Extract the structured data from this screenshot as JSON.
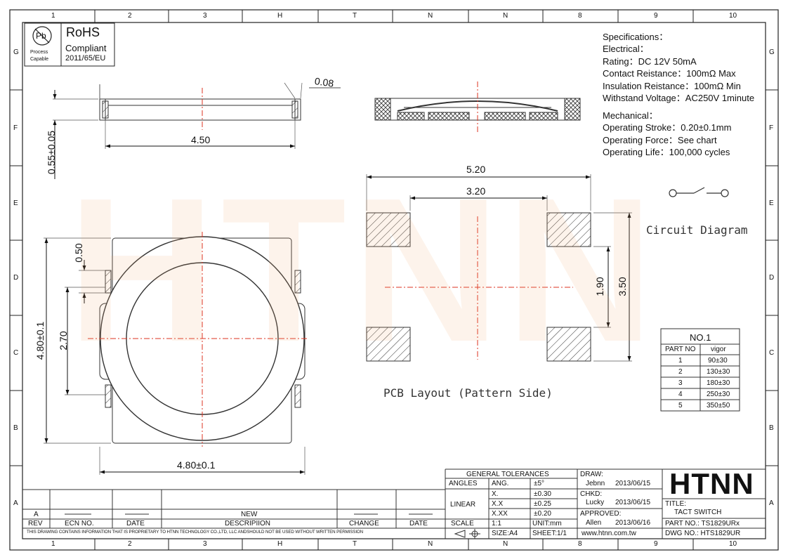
{
  "grid": {
    "columns": [
      "1",
      "2",
      "3",
      "H",
      "T",
      "N",
      "N",
      "8",
      "9",
      "10"
    ],
    "rows": [
      "G",
      "F",
      "E",
      "D",
      "C",
      "B",
      "A"
    ]
  },
  "rohs": {
    "symbol": "Pb",
    "process_line1": "Process",
    "process_line2": "Capable",
    "title": "RoHS",
    "line1": "Compliant",
    "line2": "2011/65/EU"
  },
  "watermark": "HTNN",
  "specs": {
    "heading": "Specifications：",
    "electrical": "Electrical：",
    "rating": "Rating：DC 12V 50mA",
    "contact_resistance": "Contact Reistance：100mΩ Max",
    "insulation_resistance": "Insulation Reistance：100mΩ Min",
    "withstand_voltage": "Withstand Voltage：AC250V 1minute",
    "mechanical": "Mechanical：",
    "operating_stroke": "Operating Stroke：0.20±0.1mm",
    "operating_force": "Operating Force：See chart",
    "operating_life": "Operating Life：100,000 cycles"
  },
  "dimensions": {
    "side_thickness": "0.08",
    "side_width": "4.50",
    "side_height": "0.55±0.05",
    "pcb_outer": "5.20",
    "pcb_inner": "3.20",
    "pcb_pad_gap": "1.90",
    "pcb_height": "3.50",
    "top_tab": "0.50",
    "top_height": "4.80±0.1",
    "top_inner": "2.70",
    "top_width": "4.80±0.1"
  },
  "labels": {
    "circuit": "Circuit Diagram",
    "pcb": "PCB Layout (Pattern Side)"
  },
  "force_table": {
    "title": "NO.1",
    "col_part": "PART NO",
    "col_vigor": "vigor",
    "rows": [
      {
        "part": "1",
        "vigor": "90±30"
      },
      {
        "part": "2",
        "vigor": "130±30"
      },
      {
        "part": "3",
        "vigor": "180±30"
      },
      {
        "part": "4",
        "vigor": "250±30"
      },
      {
        "part": "5",
        "vigor": "350±50"
      }
    ]
  },
  "revision": {
    "rev_value": "A",
    "rev_header": "REV",
    "ecn_header": "ECN NO.",
    "date_header": "DATE",
    "new_value": "NEW",
    "desc_header": "DESCRIPIION",
    "change_header": "CHANGE",
    "date2_header": "DATE",
    "notice": "THIS DRAWING CONTAINS INFORMATION THAT IS PROPRIETARY TO HTNN TECHNOLOGY CO.,LTD, LLC ANDSHOULD  NOT BE USED WITHOUT WRITTEN PERMISSION"
  },
  "tolerances": {
    "title": "GENERAL TOLERANCES",
    "angles": "ANGLES",
    "ang": "ANG.",
    "ang_val": "±5°",
    "linear": "LINEAR",
    "x1": "X.",
    "x1_val": "±0.30",
    "x2": "X.X",
    "x2_val": "±0.25",
    "x3": "X.XX",
    "x3_val": "±0.20",
    "scale_label": "SCALE",
    "scale_val": "1:1",
    "unit": "UNIT:mm",
    "size": "SIZE:A4",
    "sheet": "SHEET:1/1"
  },
  "approvals": {
    "draw_label": "DRAW:",
    "draw_name": "Jebnn",
    "draw_date": "2013/06/15",
    "chkd_label": "CHKD:",
    "chkd_name": "Lucky",
    "chkd_date": "2013/06/15",
    "approved_label": "APPROVED:",
    "approved_name": "Allen",
    "approved_date": "2013/06/16",
    "website": "www.htnn.com.tw"
  },
  "title_block": {
    "logo": "HTNN",
    "title_label": "TITLE:",
    "title": "TACT SWITCH",
    "part_no": "PART NO.: TS1829URx",
    "dwg_no": "DWG  NO.: HTS1829UR"
  }
}
